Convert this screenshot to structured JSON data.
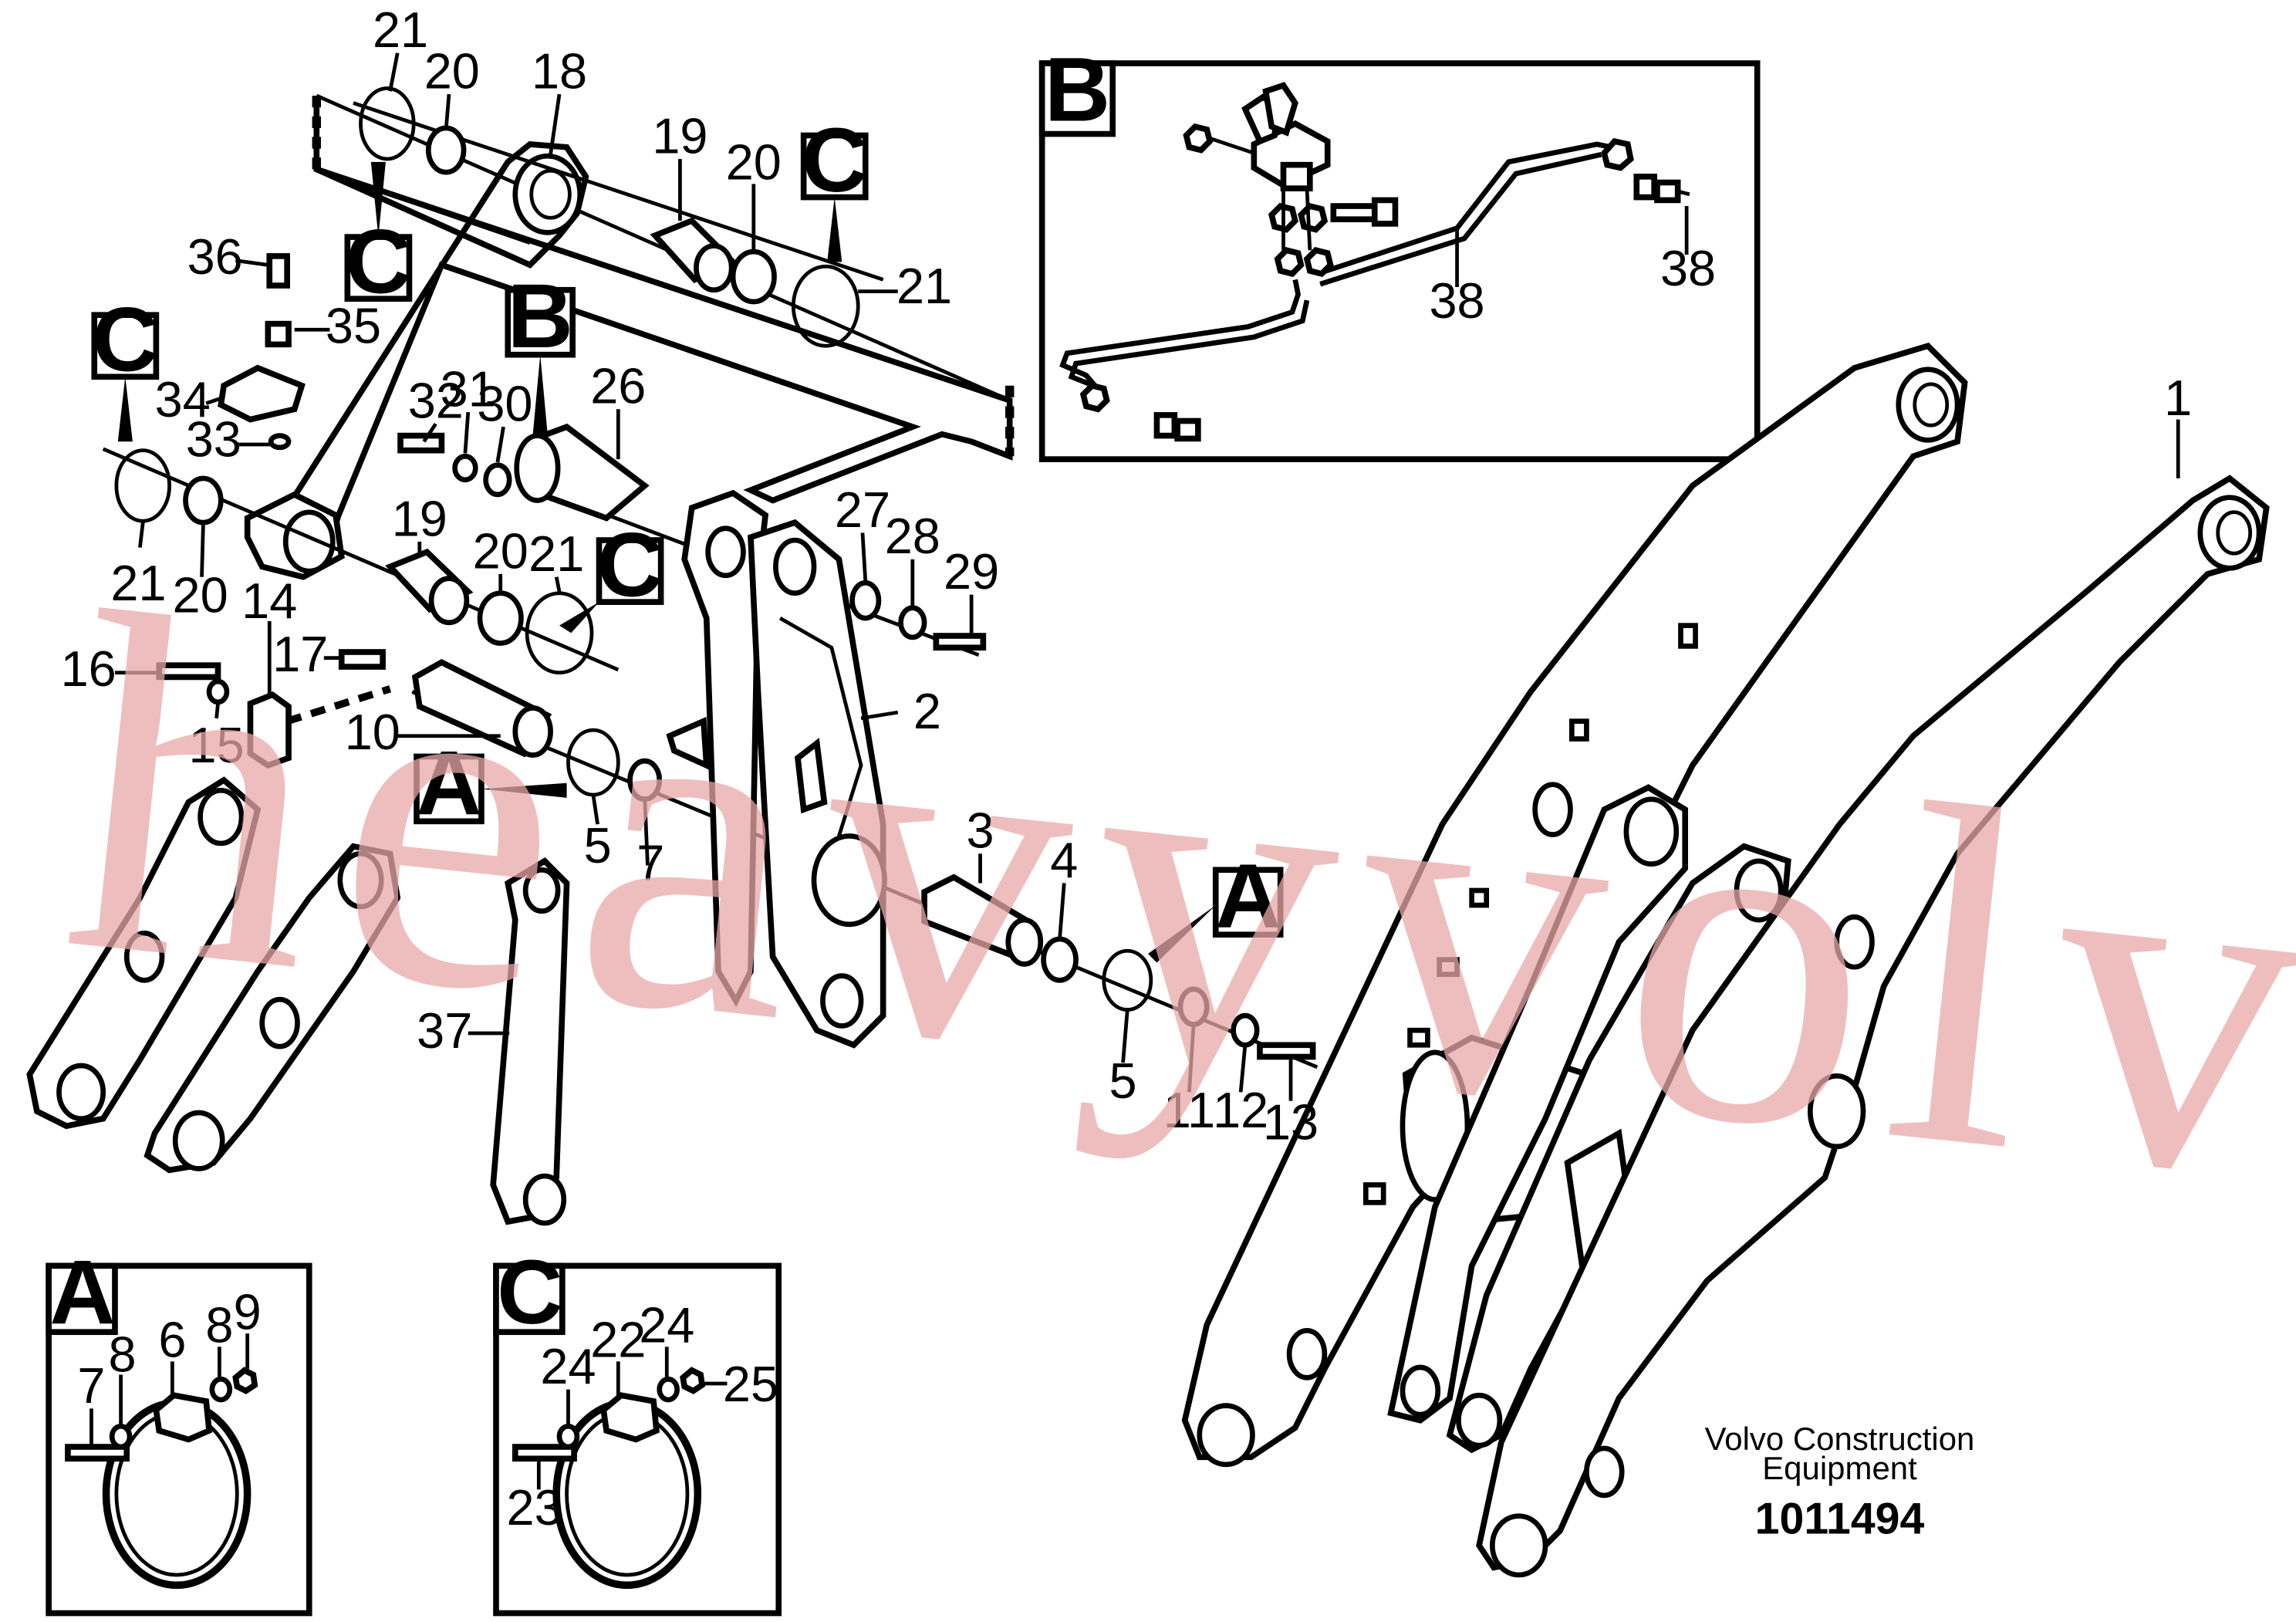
{
  "drawing": {
    "credit_line1": "Volvo Construction",
    "credit_line2": "Equipment",
    "number": "1011494"
  },
  "watermark": "heavyvolvo.com",
  "detail_boxes": {
    "B": "B",
    "A": "A",
    "C": "C"
  },
  "callouts": {
    "C_top": "C",
    "C_center": "C",
    "C_right": "C",
    "C_left": "C",
    "B_main": "B",
    "A_left": "A",
    "A_right": "A"
  },
  "part_numbers": {
    "p21a": "21",
    "p20a": "20",
    "p18": "18",
    "p19a": "19",
    "p20b": "20",
    "p21b": "21",
    "p36": "36",
    "p35": "35",
    "p34": "34",
    "p33": "33",
    "p32": "32",
    "p31": "31",
    "p30": "30",
    "p26": "26",
    "p21c": "21",
    "p20c": "20",
    "p19b": "19",
    "p20d": "20",
    "p21d": "21",
    "p27": "27",
    "p28": "28",
    "p29": "29",
    "p14": "14",
    "p16": "16",
    "p17": "17",
    "p15": "15",
    "p10": "10",
    "p2": "2",
    "p5a": "5",
    "p7": "7",
    "p3": "3",
    "p4": "4",
    "p37": "37",
    "p5b": "5",
    "p11": "11",
    "p12": "12",
    "p13": "13",
    "p1": "1",
    "p38a": "38",
    "p38b": "38",
    "a7": "7",
    "a8a": "8",
    "a6": "6",
    "a8b": "8",
    "a9": "9",
    "c24a": "24",
    "c22": "22",
    "c24b": "24",
    "c25": "25",
    "c23": "23"
  }
}
